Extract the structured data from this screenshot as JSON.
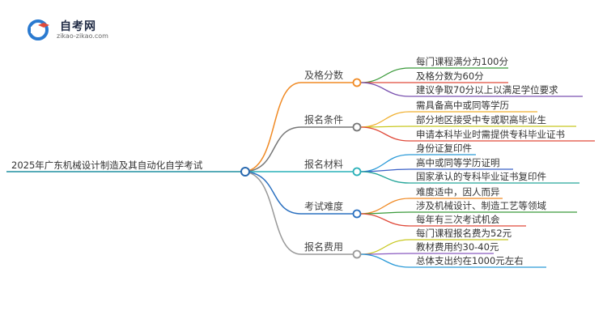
{
  "logo": {
    "name": "自考网",
    "domain": "zikao-zikao.com",
    "icon": "graduation-cap-icon"
  },
  "root": "2025年广东机械设计制造及其自动化自学考试",
  "branches": [
    {
      "label": "及格分数",
      "color": "#f08a24",
      "items": [
        "每门课程满分为100分",
        "及格分数为60分",
        "建议争取70分以上以满足学位要求"
      ],
      "item_colors": [
        "#3a9a3a",
        "#e04a3a",
        "#7a52b0"
      ]
    },
    {
      "label": "报名条件",
      "color": "#777777",
      "items": [
        "需具备高中或同等学历",
        "部分地区接受中专或职高毕业生",
        "申请本科毕业时需提供专科毕业证书"
      ],
      "item_colors": [
        "#f0b030",
        "#c8c820",
        "#e04a3a"
      ]
    },
    {
      "label": "报名材料",
      "color": "#29b0b8",
      "items": [
        "身份证复印件",
        "高中或同等学历证明",
        "国家承认的专科毕业证书复印件"
      ],
      "item_colors": [
        "#2a9ad8",
        "#3a60c8",
        "#26a69a"
      ]
    },
    {
      "label": "考试难度",
      "color": "#2a70c0",
      "items": [
        "难度适中，因人而异",
        "涉及机械设计、制造工艺等领域",
        "每年有三次考试机会"
      ],
      "item_colors": [
        "#f08a24",
        "#3a9a3a",
        "#e04a3a"
      ]
    },
    {
      "label": "报名费用",
      "color": "#999999",
      "items": [
        "每门课程报名费为52元",
        "教材费用约30-40元",
        "总体支出约在1000元左右"
      ],
      "item_colors": [
        "#c8c820",
        "#8a5ac0",
        "#2a9ad8"
      ]
    }
  ]
}
